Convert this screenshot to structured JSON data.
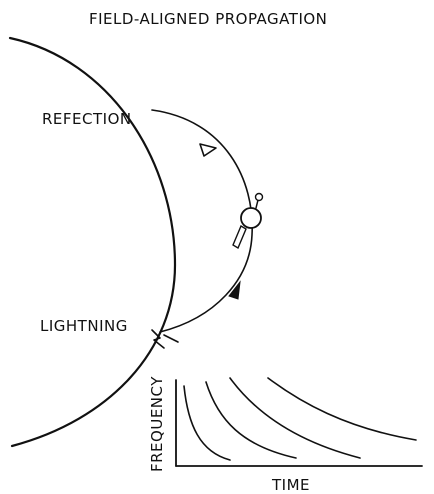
{
  "figure": {
    "title": "FIELD-ALIGNED PROPAGATION",
    "labels": {
      "reflection": "REFECTION",
      "lightning": "LIGHTNING"
    },
    "inset": {
      "ylabel": "FREQUENCY",
      "xlabel": "TIME"
    }
  }
}
